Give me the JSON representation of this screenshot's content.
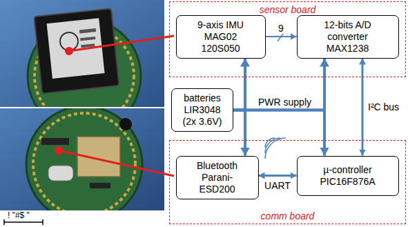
{
  "diagram": {
    "nodes": [
      {
        "text": [
          "sensor board"
        ]
      },
      {
        "text": [
          "9-axis IMU MAG02 120S050"
        ],
        "in": 0
      },
      {
        "text": [
          "12-bits A/D converter MAX1238"
        ],
        "in": 0
      },
      {
        "text": [
          "batteries LIR3048 (2x 3.6V)"
        ]
      },
      {
        "text": [
          "comm board"
        ]
      },
      {
        "text": [
          "Bluetooth Parani-ESD200"
        ],
        "in": 4
      },
      {
        "text": [
          "µ-controller PIC16F876A"
        ],
        "in": 4
      }
    ],
    "edges": [
      {
        "from": 1,
        "to": 2,
        "arrow": "to",
        "label": "9"
      },
      {
        "from": 3,
        "to": 1,
        "arrow": "to"
      },
      {
        "from": 3,
        "to": 2,
        "arrow": "to",
        "label": "PWR supply"
      },
      {
        "from": 3,
        "to": 5,
        "arrow": "to"
      },
      {
        "from": 3,
        "to": 6,
        "arrow": "to"
      },
      {
        "from": 2,
        "to": 6,
        "arrow": "both",
        "label": "I²C bus"
      },
      {
        "from": 5,
        "to": 6,
        "arrow": "both",
        "label": "UART"
      }
    ],
    "labels": [
      "! \"#$ \""
    ]
  }
}
